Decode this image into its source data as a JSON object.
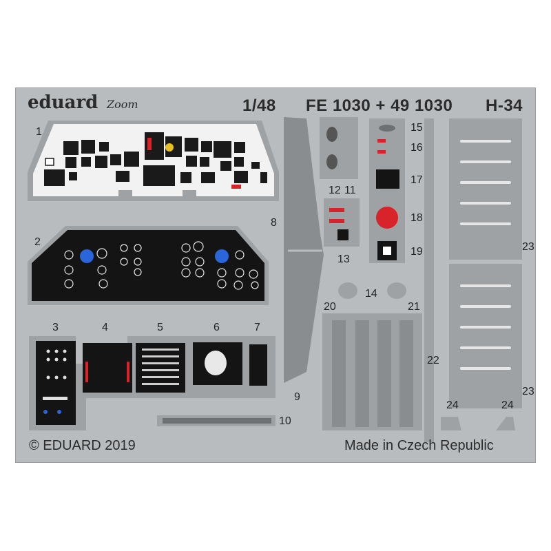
{
  "header": {
    "brand": "eduard",
    "zoom_mark": "Zoom",
    "scale": "1/48",
    "code": "FE 1030 + 49 1030",
    "model": "H-34"
  },
  "part_numbers": [
    "1",
    "2",
    "3",
    "4",
    "5",
    "6",
    "7",
    "8",
    "9",
    "10",
    "11",
    "12",
    "13",
    "14",
    "15",
    "16",
    "17",
    "18",
    "19",
    "20",
    "21",
    "22",
    "23",
    "23",
    "24",
    "24"
  ],
  "footer": {
    "copyright": "© EDUARD 2019",
    "origin": "Made in Czech Republic"
  },
  "colors": {
    "fret": "#b9bcbe",
    "panel_dark": "#141414",
    "panel_light": "#f2f2f2",
    "accent_red": "#d8232a",
    "accent_blue": "#2a66d9"
  }
}
